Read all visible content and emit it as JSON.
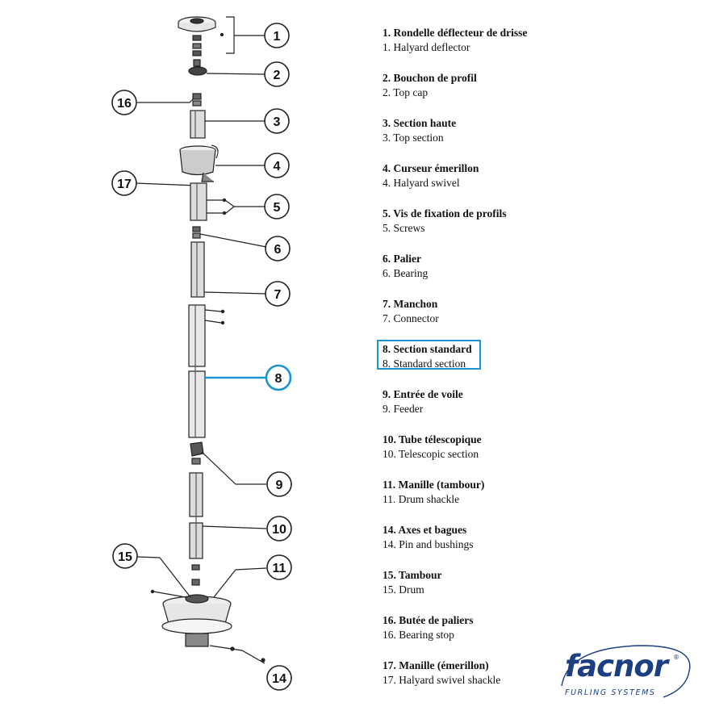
{
  "callouts": [
    "1",
    "2",
    "3",
    "4",
    "5",
    "6",
    "7",
    "8",
    "9",
    "10",
    "11",
    "14",
    "15",
    "16",
    "17"
  ],
  "legend": [
    {
      "fr": "1. Rondelle déflecteur de drisse",
      "en": "1. Halyard deflector"
    },
    {
      "fr": "2. Bouchon de profil",
      "en": "2. Top cap"
    },
    {
      "fr": "3. Section haute",
      "en": "3. Top section"
    },
    {
      "fr": "4. Curseur émerillon",
      "en": "4. Halyard swivel"
    },
    {
      "fr": "5. Vis de fixation de profils",
      "en": "5. Screws"
    },
    {
      "fr": "6. Palier",
      "en": "6. Bearing"
    },
    {
      "fr": "7. Manchon",
      "en": "7. Connector"
    },
    {
      "fr": "8. Section standard",
      "en": "8. Standard section"
    },
    {
      "fr": "9. Entrée de voile",
      "en": "9. Feeder"
    },
    {
      "fr": "10. Tube télescopique",
      "en": "10. Telescopic section"
    },
    {
      "fr": "11. Manille (tambour)",
      "en": "11. Drum shackle"
    },
    {
      "fr": "14. Axes et bagues",
      "en": "14. Pin and bushings"
    },
    {
      "fr": "15. Tambour",
      "en": "15. Drum"
    },
    {
      "fr": "16. Butée de paliers",
      "en": "16. Bearing stop"
    },
    {
      "fr": "17. Manille (émerillon)",
      "en": "17. Halyard swivel shackle"
    }
  ],
  "highlighted_item": "8",
  "colors": {
    "highlight": "#1b95cf",
    "brand": "#1b3f80",
    "line": "#222222"
  },
  "logo": {
    "word": "facnor",
    "registered": "®",
    "tagline": "FURLING SYSTEMS"
  }
}
